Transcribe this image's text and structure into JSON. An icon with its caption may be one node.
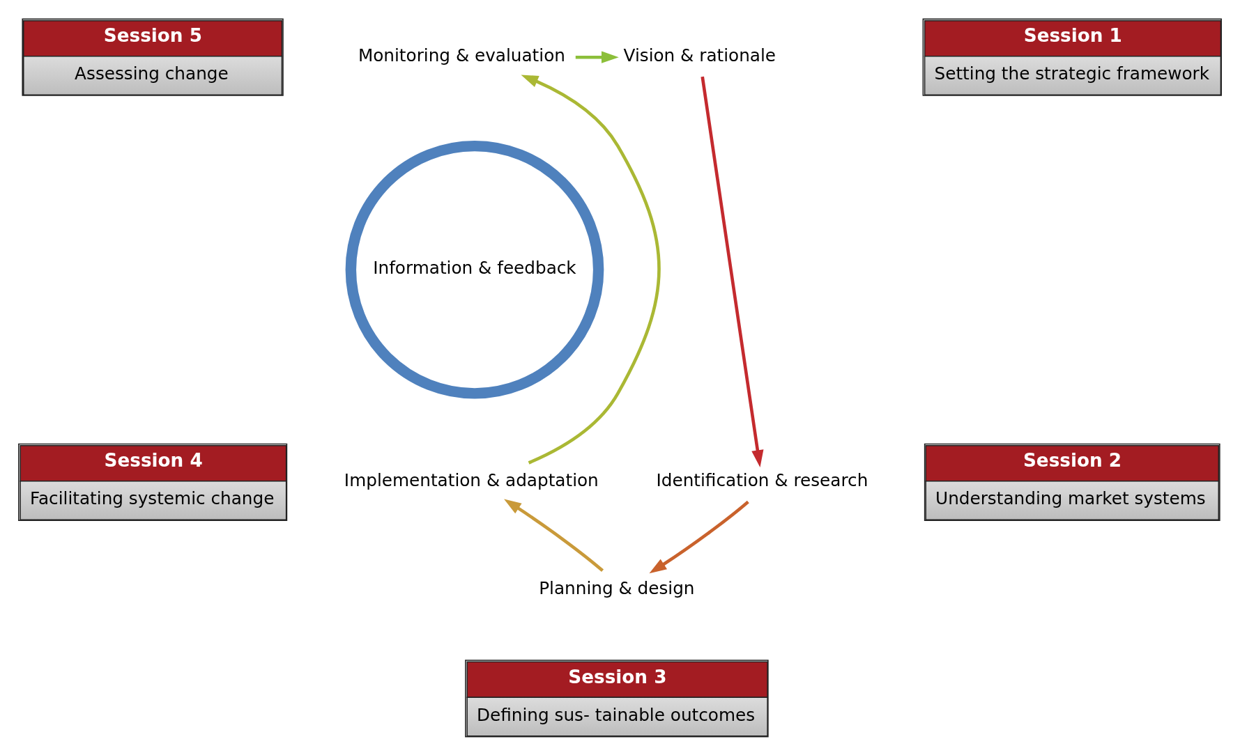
{
  "diagram": {
    "nodes": [
      {
        "text": [
          "Session 5",
          "Assessing change"
        ]
      },
      {
        "text": [
          "Monitoring & evaluation"
        ]
      },
      {
        "text": [
          "Vision & rationale"
        ]
      },
      {
        "text": [
          "Session 1",
          "Setting the strategic framework"
        ]
      },
      {
        "text": [
          "Information & feedback"
        ]
      },
      {
        "text": [
          "Implementation & adaptation"
        ]
      },
      {
        "text": [
          "Identification & research"
        ]
      },
      {
        "text": [
          "Session 4",
          "Facilitating systemic change"
        ]
      },
      {
        "text": [
          "Session 2",
          "Understanding market systems"
        ]
      },
      {
        "text": [
          "Planning & design"
        ]
      },
      {
        "text": [
          "Session 3",
          "Defining sus- tainable outcomes"
        ]
      }
    ],
    "edges": [
      {
        "from": 1,
        "to": 2,
        "arrow": "to",
        "color": "#8cbf3a"
      },
      {
        "from": 2,
        "to": 6,
        "arrow": "to",
        "color": "#c42a2e"
      },
      {
        "from": 6,
        "to": 9,
        "arrow": "to",
        "color": "#c9622c"
      },
      {
        "from": 9,
        "to": 5,
        "arrow": "to",
        "color": "#c99a3a"
      },
      {
        "from": 5,
        "to": 1,
        "arrow": "to",
        "color": "#aab834"
      }
    ]
  }
}
